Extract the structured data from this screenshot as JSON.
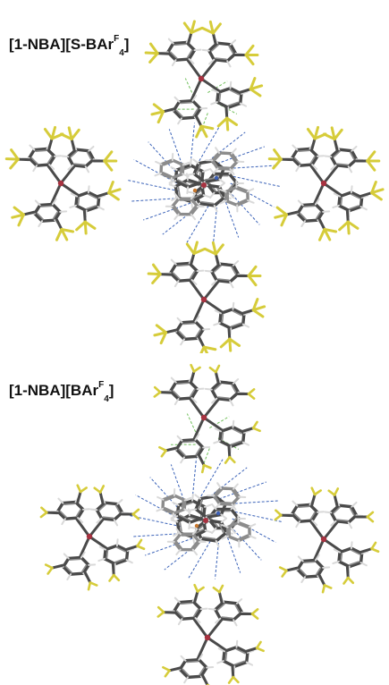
{
  "figure": {
    "panels": [
      {
        "id": "top",
        "label_parts": {
          "pre": "[1-NBA][S-BAr",
          "sup": "F",
          "sub": "4",
          "post": "]"
        },
        "substituent": "CF3"
      },
      {
        "id": "bottom",
        "label_parts": {
          "pre": "[1-NBA][BAr",
          "sup": "F",
          "sub": "4",
          "post": "]"
        },
        "substituent": "F"
      }
    ],
    "colors": {
      "carbon": "#4a4a4a",
      "carbon_light": "#8c8c8c",
      "hydrogen": "#d9d9d9",
      "fluorine": "#d6cc3a",
      "boron": "#a83240",
      "nitrogen": "#3c5fb4",
      "contact": "#3a62b8",
      "halogen_contact": "#6fbf59",
      "oxygen": "#c8782e"
    }
  }
}
